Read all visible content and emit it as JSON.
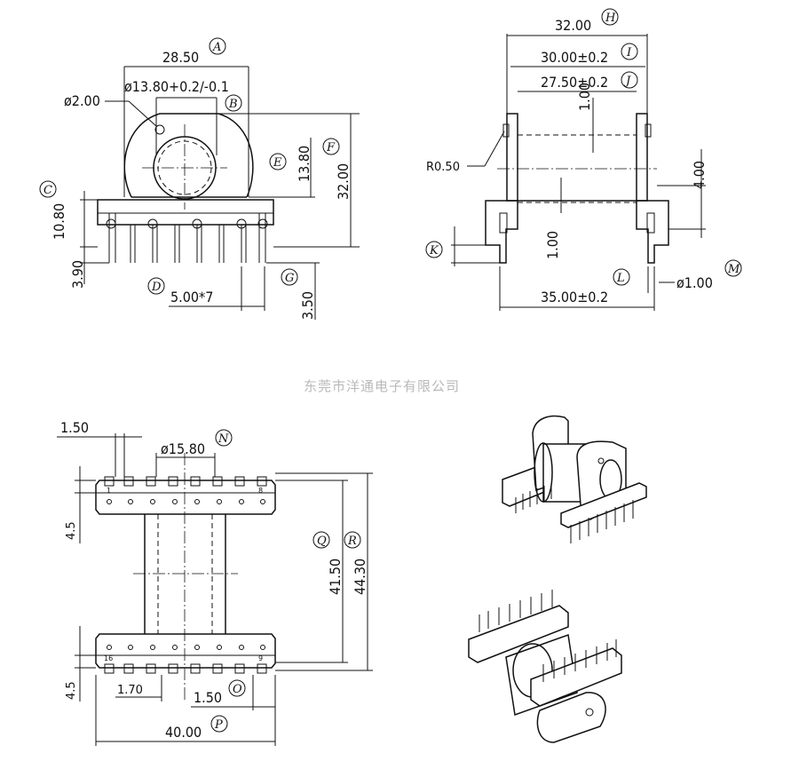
{
  "watermark": "东莞市洋通电子有限公司",
  "front_view": {
    "dim_width": "28.50",
    "dim_bore": "ø13.80+0.2/-0.1",
    "dim_hole": "ø2.00",
    "dim_height_top": "13.80",
    "dim_height_total": "32.00",
    "dim_base": "10.80",
    "dim_pin_len": "3.90",
    "dim_pin_pitch": "5.00*7",
    "dim_pin_ext": "3.50",
    "labels": [
      "A",
      "B",
      "C",
      "D",
      "E",
      "F",
      "G"
    ]
  },
  "side_view": {
    "dim_total": "32.00",
    "dim_inner1": "30.00±0.2",
    "dim_inner2": "27.50±0.2",
    "dim_wall": "1.00",
    "dim_radius": "R0.50",
    "dim_step": "4.00",
    "dim_wall2": "1.00",
    "dim_base": "35.00±0.2",
    "dim_pin_dia": "ø1.00",
    "labels": [
      "H",
      "I",
      "J",
      "K",
      "L",
      "M"
    ]
  },
  "bottom_view": {
    "dim_pin_w": "1.50",
    "dim_core": "ø15.80",
    "dim_inner_len": "41.50",
    "dim_outer_len": "44.30",
    "dim_flange_top": "4.5",
    "dim_flange_bot": "4.5",
    "dim_pin_off": "1.70",
    "dim_pin_gap": "1.50",
    "dim_width": "40.00",
    "pin_top_left": "1",
    "pin_top_right": "8",
    "pin_bot_left": "16",
    "pin_bot_right": "9",
    "labels": [
      "N",
      "O",
      "P",
      "Q",
      "R"
    ]
  }
}
